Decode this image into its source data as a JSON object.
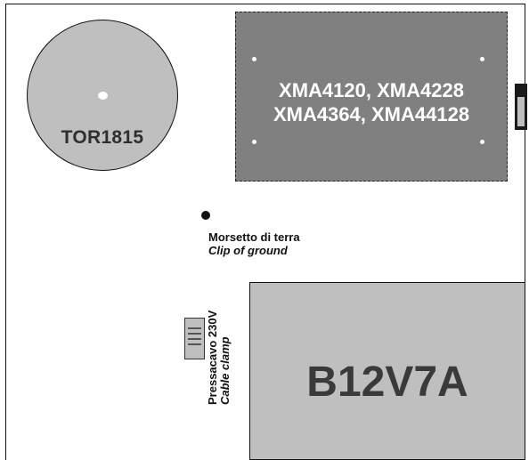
{
  "toroid": {
    "label": "TOR1815"
  },
  "module": {
    "line1": "XMA4120, XMA4228",
    "line2": "XMA4364, XMA44128"
  },
  "ground": {
    "label_it": "Morsetto di terra",
    "label_en": "Clip of ground"
  },
  "transformer": {
    "label": "B12V7A"
  },
  "cable_clamp": {
    "label_it": "Pressacavo 230V",
    "label_en": "Cable clamp"
  }
}
